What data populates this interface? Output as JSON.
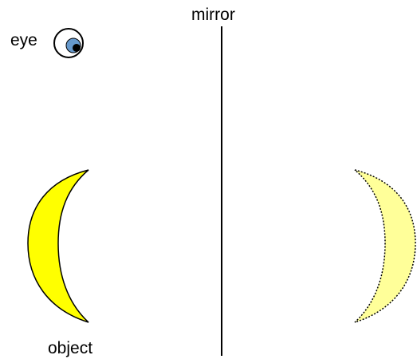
{
  "labels": {
    "eye": "eye",
    "mirror": "mirror",
    "object": "object"
  },
  "colors": {
    "object_fill": "#ffff00",
    "image_fill": "#ffff99",
    "outline": "#000000",
    "eye_iris": "#6699cc",
    "eye_pupil": "#000000",
    "eye_white": "#ffffff"
  },
  "icons": {
    "eye": "eye-icon"
  }
}
